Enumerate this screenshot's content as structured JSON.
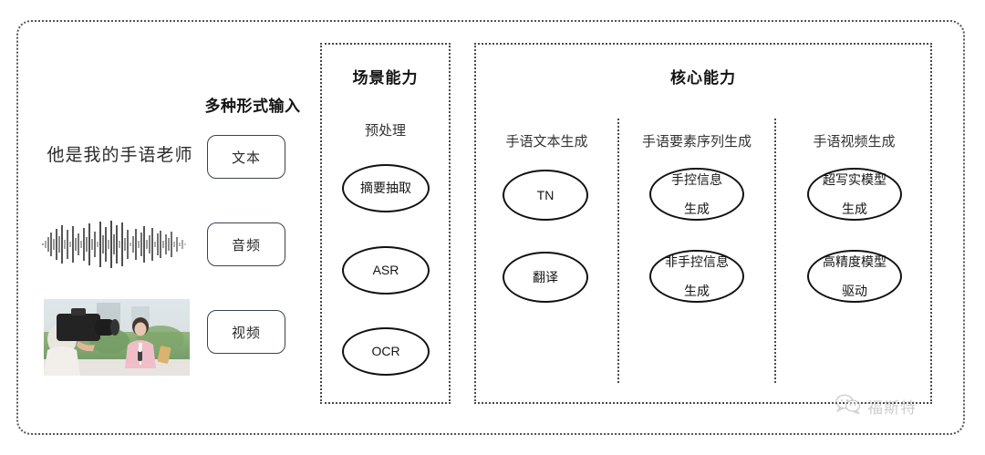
{
  "diagram": {
    "input_section": {
      "heading": "多种形式输入",
      "sentence": "他是我的手语老师",
      "modalities": [
        {
          "label": "文本",
          "icon": "text-icon"
        },
        {
          "label": "音频",
          "icon": "waveform-icon"
        },
        {
          "label": "视频",
          "icon": "video-thumbnail-icon"
        }
      ]
    },
    "scene_panel": {
      "title": "场景能力",
      "subtitle": "预处理",
      "nodes": [
        "摘要抽取",
        "ASR",
        "OCR"
      ]
    },
    "core_panel": {
      "title": "核心能力",
      "columns": [
        {
          "label": "手语文本生成",
          "nodes": [
            {
              "line1": "TN",
              "line2": ""
            },
            {
              "line1": "翻译",
              "line2": ""
            }
          ]
        },
        {
          "label": "手语要素序列生成",
          "nodes": [
            {
              "line1": "手控信息",
              "line2": "生成"
            },
            {
              "line1": "非手控信息",
              "line2": "生成"
            }
          ]
        },
        {
          "label": "手语视频生成",
          "nodes": [
            {
              "line1": "超写实模型",
              "line2": "生成"
            },
            {
              "line1": "高精度模型",
              "line2": "驱动"
            }
          ]
        }
      ]
    },
    "watermark": {
      "text": "福斯特",
      "icon": "wechat-icon"
    },
    "colors": {
      "border": "#4a4a4a",
      "node_border": "#111111",
      "text": "#2e2e2e",
      "watermark": "#8d8d8d",
      "background": "#ffffff"
    }
  }
}
